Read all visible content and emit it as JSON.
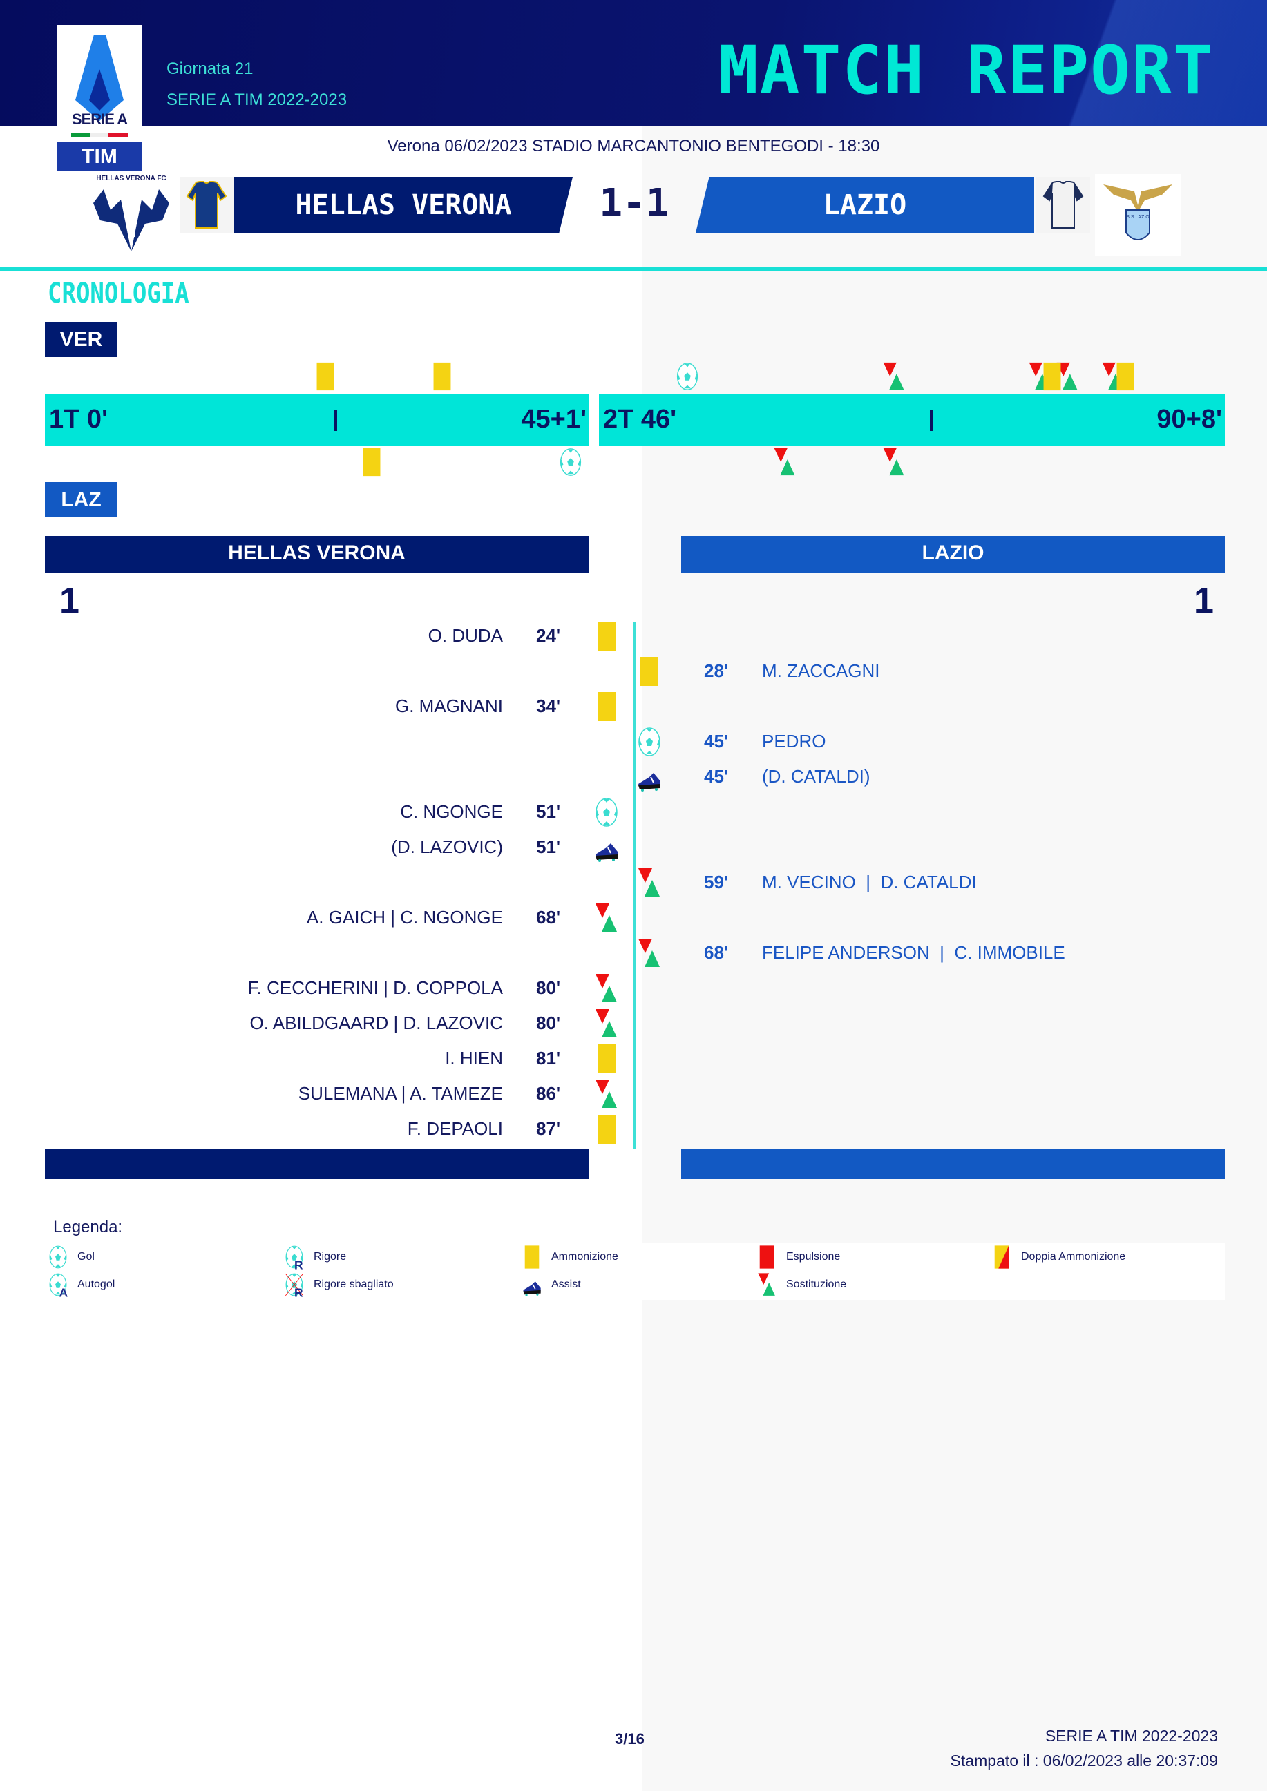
{
  "header": {
    "round": "Giornata 21",
    "season": "SERIE A TIM 2022-2023",
    "title": "MATCH REPORT",
    "logo_text": {
      "league": "SERIE A",
      "sponsor": "TIM"
    }
  },
  "match": {
    "venue_line": "Verona 06/02/2023 STADIO MARCANTONIO BENTEGODI - 18:30",
    "score": "1-1",
    "home": {
      "name": "HELLAS VERONA",
      "short": "VER",
      "crest_text": "HELLAS VERONA FC",
      "goals": "1",
      "color": "#001a70"
    },
    "away": {
      "name": "LAZIO",
      "short": "LAZ",
      "crest_text": "S.S.LAZIO",
      "goals": "1",
      "color": "#1259c3"
    }
  },
  "timeline": {
    "section_title": "CRONOLOGIA",
    "first_half": {
      "start": "1T 0'",
      "end": "45+1'"
    },
    "second_half": {
      "start": "2T 46'",
      "end": "90+8'"
    }
  },
  "events": [
    {
      "side": "home",
      "minute": 24,
      "minute_label": "24'",
      "text": "O. DUDA",
      "type": "yellow"
    },
    {
      "side": "away",
      "minute": 28,
      "minute_label": "28'",
      "text": "M. ZACCAGNI",
      "type": "yellow"
    },
    {
      "side": "home",
      "minute": 34,
      "minute_label": "34'",
      "text": "G. MAGNANI",
      "type": "yellow"
    },
    {
      "side": "away",
      "minute": 45,
      "minute_label": "45'",
      "text": "PEDRO",
      "type": "goal"
    },
    {
      "side": "away",
      "minute": 45,
      "minute_label": "45'",
      "text": "(D. CATALDI)",
      "type": "assist"
    },
    {
      "side": "home",
      "minute": 51,
      "minute_label": "51'",
      "text": "C. NGONGE",
      "type": "goal"
    },
    {
      "side": "home",
      "minute": 51,
      "minute_label": "51'",
      "text": "(D. LAZOVIC)",
      "type": "assist"
    },
    {
      "side": "away",
      "minute": 59,
      "minute_label": "59'",
      "text": "M. VECINO  |  D. CATALDI",
      "type": "sub"
    },
    {
      "side": "home",
      "minute": 68,
      "minute_label": "68'",
      "text": "A. GAICH  |  C. NGONGE",
      "type": "sub"
    },
    {
      "side": "away",
      "minute": 68,
      "minute_label": "68'",
      "text": "FELIPE ANDERSON  |  C. IMMOBILE",
      "type": "sub"
    },
    {
      "side": "home",
      "minute": 80,
      "minute_label": "80'",
      "text": "F. CECCHERINI  |  D. COPPOLA",
      "type": "sub"
    },
    {
      "side": "home",
      "minute": 80,
      "minute_label": "80'",
      "text": "O. ABILDGAARD  |  D. LAZOVIC",
      "type": "sub"
    },
    {
      "side": "home",
      "minute": 81,
      "minute_label": "81'",
      "text": "I. HIEN",
      "type": "yellow"
    },
    {
      "side": "home",
      "minute": 86,
      "minute_label": "86'",
      "text": "SULEMANA  |  A. TAMEZE",
      "type": "sub"
    },
    {
      "side": "home",
      "minute": 87,
      "minute_label": "87'",
      "text": "F. DEPAOLI",
      "type": "yellow"
    }
  ],
  "legend": {
    "title": "Legenda:",
    "items": [
      {
        "icon": "goal",
        "label": "Gol"
      },
      {
        "icon": "penalty",
        "label": "Rigore"
      },
      {
        "icon": "yellow",
        "label": "Ammonizione"
      },
      {
        "icon": "red",
        "label": "Espulsione"
      },
      {
        "icon": "double-yellow",
        "label": "Doppia Ammonizione"
      },
      {
        "icon": "own-goal",
        "label": "Autogol"
      },
      {
        "icon": "missed-penalty",
        "label": "Rigore sbagliato"
      },
      {
        "icon": "assist",
        "label": "Assist"
      },
      {
        "icon": "sub",
        "label": "Sostituzione"
      }
    ]
  },
  "footer": {
    "page": "3/16",
    "season": "SERIE A TIM 2022-2023",
    "printed": "Stampato il : 06/02/2023 alle 20:37:09"
  },
  "colors": {
    "cyan": "#00e5d8",
    "yellow": "#f4d313",
    "red": "#ee1111",
    "green": "#17c173",
    "navy": "#001a70",
    "blue": "#1259c3"
  }
}
